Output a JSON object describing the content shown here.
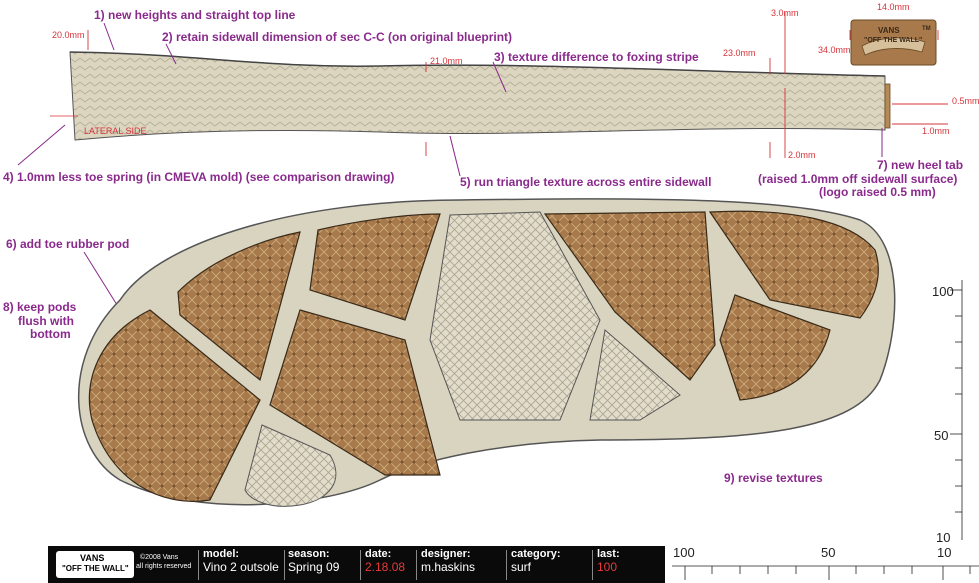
{
  "annotations": {
    "n1": "1) new heights and straight top line",
    "n2": "2) retain sidewall dimension of sec C-C (on original blueprint)",
    "n3": "3) texture difference to foxing stripe",
    "n4": "4) 1.0mm less toe spring (in CMEVA mold) (see comparison drawing)",
    "n5": "5) run triangle texture across entire sidewall",
    "n6": "6) add toe rubber pod",
    "n7_line1": "7) new heel tab",
    "n7_line2": "(raised 1.0mm off sidewall surface)",
    "n7_line3": "(logo raised 0.5 mm)",
    "n8_line1": "8) keep pods",
    "n8_line2": "flush with",
    "n8_line3": "bottom",
    "n9": "9) revise textures"
  },
  "dimensions": {
    "d20": "20.0mm",
    "d21": "21.0mm",
    "d23": "23.0mm",
    "d3": "3.0mm",
    "d2": "2.0mm",
    "d05": "0.5mm",
    "d1": "1.0mm",
    "d14": "14.0mm",
    "d34": "34.0mm",
    "lateral": "LATERAL SIDE"
  },
  "heel_tab": {
    "logo_top": "VANS",
    "logo_bottom": "\"OFF THE WALL\"",
    "tm": "TM"
  },
  "ruler": {
    "vertical_labels": [
      "100",
      "50",
      "10"
    ],
    "horizontal_labels": [
      "100",
      "50",
      "10"
    ]
  },
  "title_block": {
    "logo_top": "VANS",
    "logo_bottom": "\"OFF THE WALL\"",
    "copyright_line1": "©2008 Vans",
    "copyright_line2": "all rights reserved",
    "model_label": "model:",
    "model_value": "Vino 2 outsole",
    "season_label": "season:",
    "season_value": "Spring 09",
    "date_label": "date:",
    "date_value": "2.18.08",
    "designer_label": "designer:",
    "designer_value": "m.haskins",
    "category_label": "category:",
    "category_value": "surf",
    "last_label": "last:",
    "last_value": "100"
  },
  "colors": {
    "annotation": "#8a2a8c",
    "dimension": "#d6333a",
    "rubber": "#d9d4bf",
    "pod": "#a87a48",
    "titlebar": "#0a0a0a"
  }
}
